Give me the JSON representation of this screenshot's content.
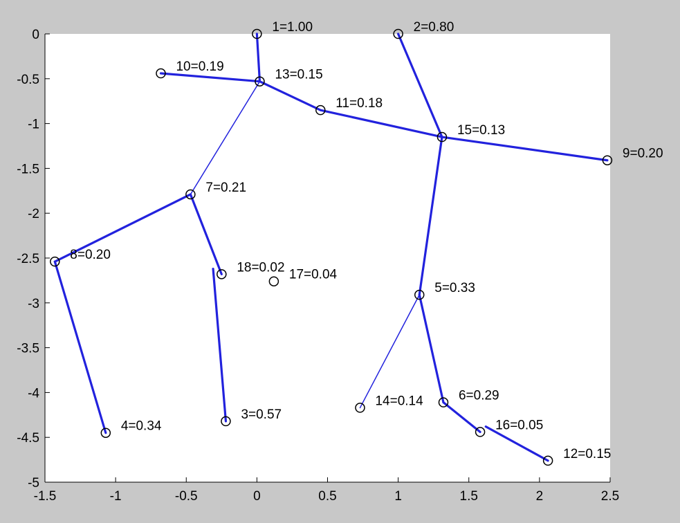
{
  "chart_data": {
    "type": "scatter",
    "title": "",
    "xlabel": "",
    "ylabel": "",
    "xlim": [
      -1.5,
      2.5
    ],
    "ylim": [
      -5,
      0
    ],
    "grid": false,
    "xticks": [
      "-1.5",
      "-1",
      "-0.5",
      "0",
      "0.5",
      "1",
      "1.5",
      "2",
      "2.5"
    ],
    "xtick_values": [
      -1.5,
      -1,
      -0.5,
      0,
      0.5,
      1,
      1.5,
      2,
      2.5
    ],
    "yticks": [
      "0",
      "-0.5",
      "-1",
      "-1.5",
      "-2",
      "-2.5",
      "-3",
      "-3.5",
      "-4",
      "-4.5",
      "-5"
    ],
    "ytick_values": [
      0,
      -0.5,
      -1,
      -1.5,
      -2,
      -2.5,
      -3,
      -3.5,
      -4,
      -4.5,
      -5
    ],
    "marker_color": "#000000",
    "edge_color": "#2222dd",
    "nodes": [
      {
        "id": 1,
        "label": "1=1.00",
        "x": 0.0,
        "y": 0.0
      },
      {
        "id": 2,
        "label": "2=0.80",
        "x": 1.0,
        "y": 0.0
      },
      {
        "id": 3,
        "label": "3=0.57",
        "x": -0.22,
        "y": -4.32
      },
      {
        "id": 4,
        "label": "4=0.34",
        "x": -1.07,
        "y": -4.45
      },
      {
        "id": 5,
        "label": "5=0.33",
        "x": 1.15,
        "y": -2.91
      },
      {
        "id": 6,
        "label": "6=0.29",
        "x": 1.32,
        "y": -4.11
      },
      {
        "id": 7,
        "label": "7=0.21",
        "x": -0.47,
        "y": -1.79
      },
      {
        "id": 8,
        "label": "8=0.20",
        "x": -1.43,
        "y": -2.54
      },
      {
        "id": 9,
        "label": "9=0.20",
        "x": 2.48,
        "y": -1.41
      },
      {
        "id": 10,
        "label": "10=0.19",
        "x": -0.68,
        "y": -0.44
      },
      {
        "id": 11,
        "label": "11=0.18",
        "x": 0.45,
        "y": -0.85
      },
      {
        "id": 12,
        "label": "12=0.15",
        "x": 2.06,
        "y": -4.76
      },
      {
        "id": 13,
        "label": "13=0.15",
        "x": 0.02,
        "y": -0.53
      },
      {
        "id": 14,
        "label": "14=0.14",
        "x": 0.73,
        "y": -4.17
      },
      {
        "id": 15,
        "label": "15=0.13",
        "x": 1.31,
        "y": -1.15
      },
      {
        "id": 16,
        "label": "16=0.05",
        "x": 1.58,
        "y": -4.44
      },
      {
        "id": 17,
        "label": "17=0.04",
        "x": 0.12,
        "y": -2.76
      },
      {
        "id": 18,
        "label": "18=0.02",
        "x": -0.25,
        "y": -2.68
      }
    ],
    "edges": [
      {
        "from": [
          0.0,
          0.0
        ],
        "to": [
          0.02,
          -0.53
        ],
        "width": "thick"
      },
      {
        "from": [
          -0.68,
          -0.44
        ],
        "to": [
          0.02,
          -0.53
        ],
        "width": "thick"
      },
      {
        "from": [
          0.02,
          -0.53
        ],
        "to": [
          0.45,
          -0.85
        ],
        "width": "thick"
      },
      {
        "from": [
          0.45,
          -0.85
        ],
        "to": [
          1.31,
          -1.15
        ],
        "width": "thick"
      },
      {
        "from": [
          1.0,
          0.0
        ],
        "to": [
          1.31,
          -1.15
        ],
        "width": "thick"
      },
      {
        "from": [
          1.31,
          -1.15
        ],
        "to": [
          2.48,
          -1.41
        ],
        "width": "thick"
      },
      {
        "from": [
          0.02,
          -0.53
        ],
        "to": [
          -0.47,
          -1.79
        ],
        "width": "thin"
      },
      {
        "from": [
          -0.47,
          -1.79
        ],
        "to": [
          -1.43,
          -2.54
        ],
        "width": "thick"
      },
      {
        "from": [
          -0.47,
          -1.79
        ],
        "to": [
          -0.25,
          -2.68
        ],
        "width": "thick"
      },
      {
        "from": [
          -1.43,
          -2.54
        ],
        "to": [
          -1.07,
          -4.45
        ],
        "width": "thick"
      },
      {
        "from": [
          -0.31,
          -2.62
        ],
        "to": [
          -0.22,
          -4.32
        ],
        "width": "thick"
      },
      {
        "from": [
          1.31,
          -1.15
        ],
        "to": [
          1.15,
          -2.91
        ],
        "width": "thick"
      },
      {
        "from": [
          1.15,
          -2.91
        ],
        "to": [
          0.73,
          -4.17
        ],
        "width": "thin"
      },
      {
        "from": [
          1.15,
          -2.91
        ],
        "to": [
          1.32,
          -4.11
        ],
        "width": "thick"
      },
      {
        "from": [
          1.32,
          -4.11
        ],
        "to": [
          1.58,
          -4.44
        ],
        "width": "thick"
      },
      {
        "from": [
          1.62,
          -4.38
        ],
        "to": [
          2.06,
          -4.76
        ],
        "width": "thick"
      }
    ]
  }
}
